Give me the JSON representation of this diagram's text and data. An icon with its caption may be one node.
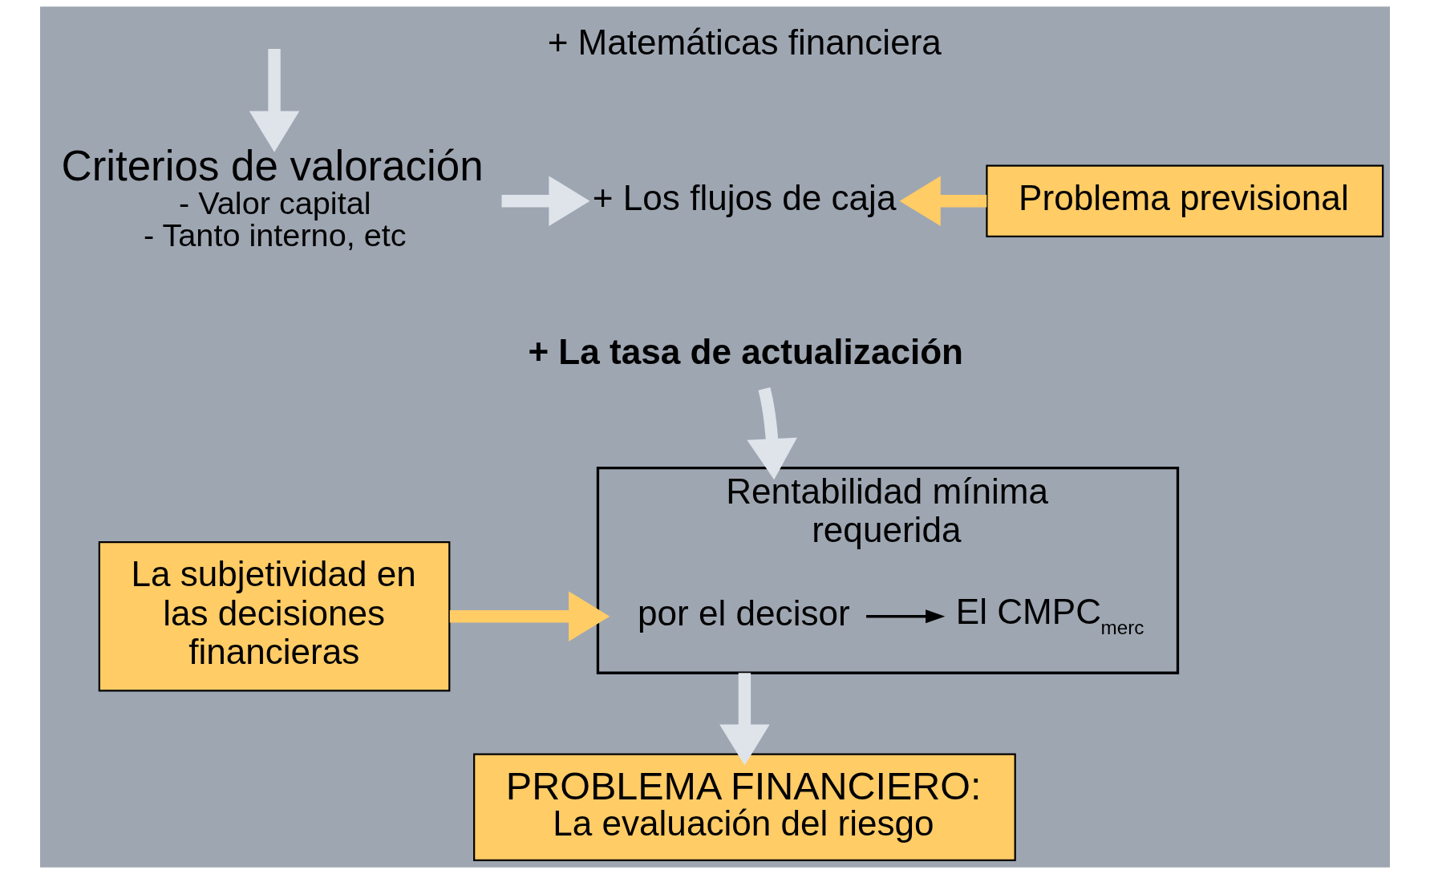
{
  "diagram": {
    "nodes": [
      {
        "text": [
          "Criterios de valoración",
          "- Valor capital",
          "- Tanto interno, etc"
        ]
      },
      {
        "text": [
          "+ Matemáticas financiera"
        ]
      },
      {
        "text": [
          "+ Los flujos de caja"
        ]
      },
      {
        "text": [
          "+ La tasa de actualización"
        ]
      },
      {
        "text": [
          "Problema previsional"
        ]
      },
      {
        "text": [
          "La subjetividad en las decisiones financieras"
        ]
      },
      {
        "text": [
          "Rentabilidad mínima requerida"
        ]
      },
      {
        "text": [
          "por el decisor"
        ],
        "in": 6
      },
      {
        "text": [
          "El CMPC$_{merc}$"
        ],
        "in": 6
      },
      {
        "text": [
          "PROBLEMA FINANCIERO:",
          "La evaluación del riesgo"
        ]
      }
    ],
    "edges": [
      {
        "from": null,
        "to": 0,
        "arrow": "to"
      },
      {
        "from": 0,
        "to": 2,
        "arrow": "to"
      },
      {
        "from": 4,
        "to": 2,
        "arrow": "to",
        "color": "#ffcc66"
      },
      {
        "from": 3,
        "to": 6,
        "arrow": "to"
      },
      {
        "from": 5,
        "to": 6,
        "arrow": "to",
        "color": "#ffcc66"
      },
      {
        "from": 7,
        "to": 8,
        "arrow": "to",
        "color": "#000000"
      },
      {
        "from": 6,
        "to": 9,
        "arrow": "to"
      }
    ]
  }
}
